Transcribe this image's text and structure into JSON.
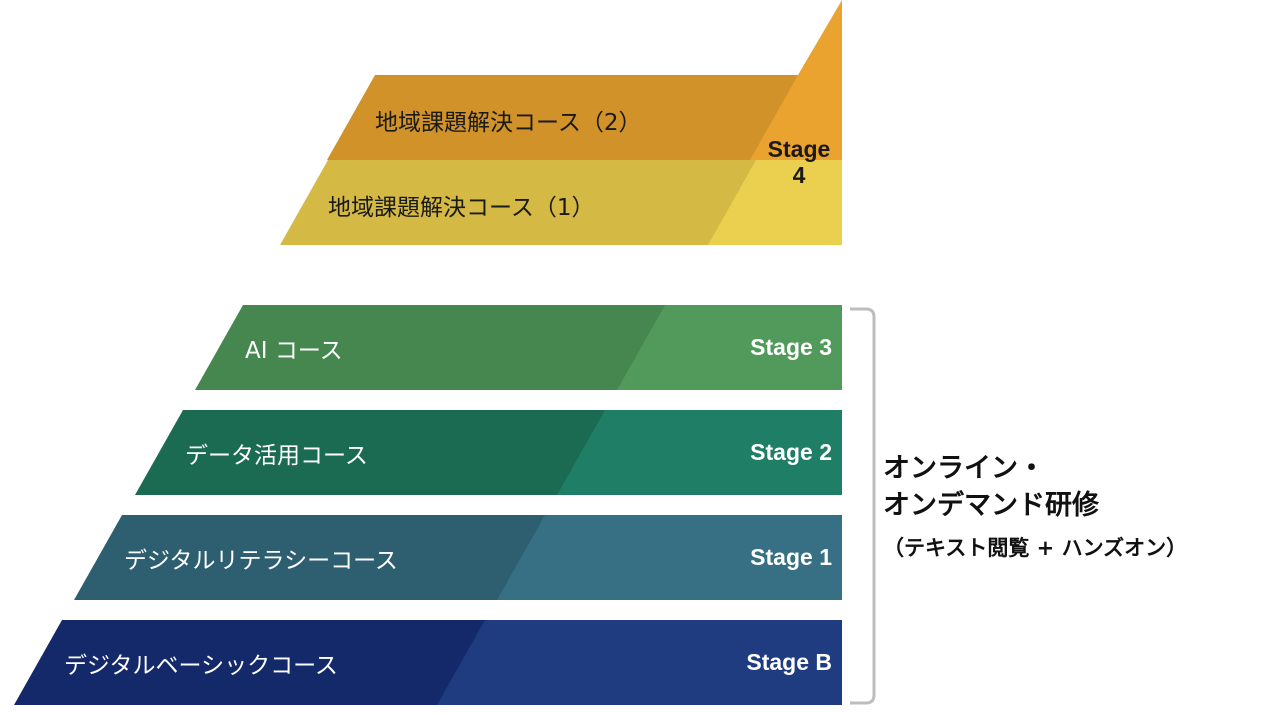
{
  "stage4": {
    "label_line1": "Stage",
    "label_line2": "4",
    "courses": [
      {
        "name": "地域課題解決コース（2）",
        "main_color": "#D09229",
        "accent_color": "#E9A32E"
      },
      {
        "name": "地域課題解決コース（1）",
        "main_color": "#D4B944",
        "accent_color": "#EAD04E"
      }
    ],
    "peak_color": "#E9A32E"
  },
  "stages": [
    {
      "course": "AI コース",
      "stage": "Stage 3",
      "main_color": "#45874F",
      "accent_color": "#519A5B"
    },
    {
      "course": "データ活用コース",
      "stage": "Stage 2",
      "main_color": "#1B6B53",
      "accent_color": "#1F7E66"
    },
    {
      "course": "デジタルリテラシーコース",
      "stage": "Stage 1",
      "main_color": "#2D5F71",
      "accent_color": "#377084"
    },
    {
      "course": "デジタルベーシックコース",
      "stage": "Stage B",
      "main_color": "#13296A",
      "accent_color": "#1F3C80"
    }
  ],
  "side_note": {
    "line1": "オンライン・",
    "line2": "オンデマンド研修",
    "sub": "（テキスト閲覧 + ハンズオン）"
  }
}
